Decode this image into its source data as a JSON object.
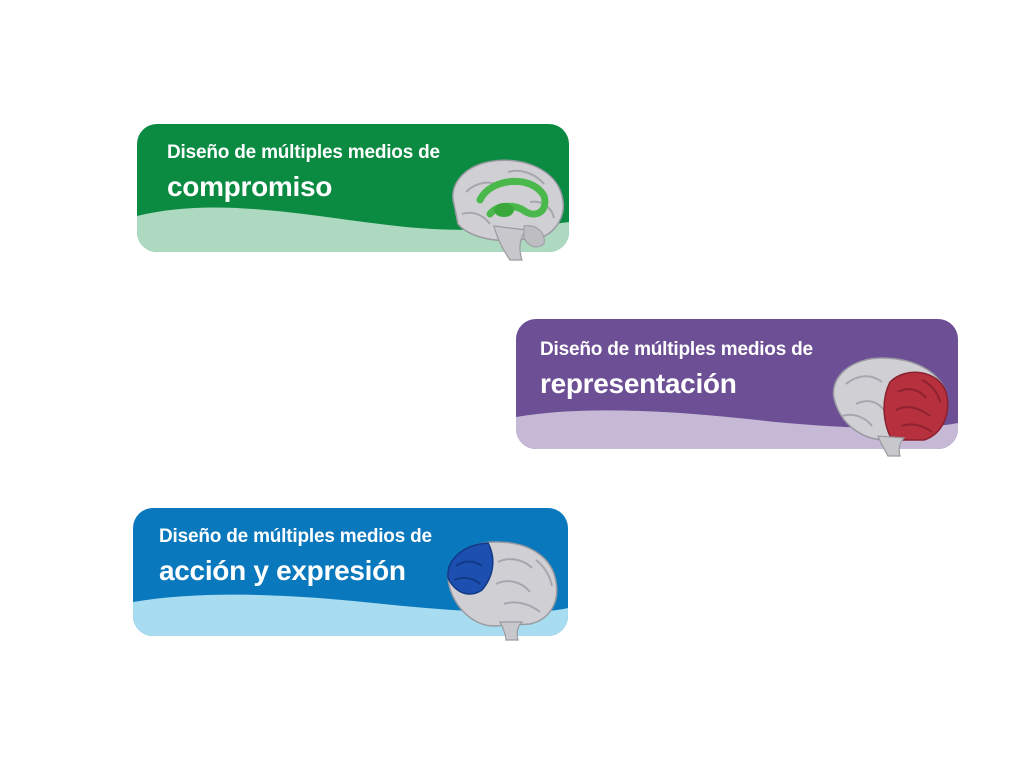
{
  "cards": [
    {
      "subtitle": "Diseño de múltiples medios de",
      "title": "compromiso",
      "color": "#0b8a42",
      "wave_color": "#acd9bf",
      "brain_highlight": "#4ab84a",
      "brain_icon": "brain-limbic-icon"
    },
    {
      "subtitle": "Diseño de múltiples medios de",
      "title": "representación",
      "color": "#6c4f95",
      "wave_color": "#c5b9d6",
      "brain_highlight": "#b7303d",
      "brain_icon": "brain-occipital-icon"
    },
    {
      "subtitle": "Diseño de múltiples medios de",
      "title": "acción y expresión",
      "color": "#0a78bd",
      "wave_color": "#a8dcf0",
      "brain_highlight": "#1c4fb0",
      "brain_icon": "brain-frontal-icon"
    }
  ]
}
